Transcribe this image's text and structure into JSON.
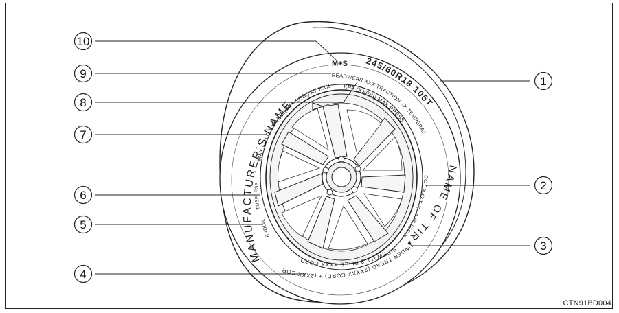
{
  "figure_code": "CTN91BD004",
  "callouts": [
    "1",
    "2",
    "3",
    "4",
    "5",
    "6",
    "7",
    "8",
    "9",
    "10"
  ],
  "sidewall": {
    "size": "245/60R18 105T",
    "ms": "M+S",
    "treadwear": "TREADWEAR XXX TRACTION XX TEMPERATURE X",
    "max_press": "KPA (XXPSI) MAX.PRESS.",
    "max_load": "MAX.LOAD XXX KG (XXX LBS.) AT XXX",
    "tubeless": "TUBELESS",
    "radial": "RADIAL",
    "manufacturer": "MANUFACTURER'S NAME",
    "tire_name": "NAME OF TIRE",
    "dot": "DOT XXXX XXXX",
    "plies": "4 PLIES XXXX",
    "under_tread": "UNDER TREAD (2XXXX CORD) + (2XXX CORD)",
    "sidewall_plies": "SIDEWALL 2 PLIES XXXX CORD",
    "marker": "▲"
  },
  "colors": {
    "line": "#222222",
    "tire_fill": "#ffffff",
    "rim_fill": "#f4f4f4"
  }
}
